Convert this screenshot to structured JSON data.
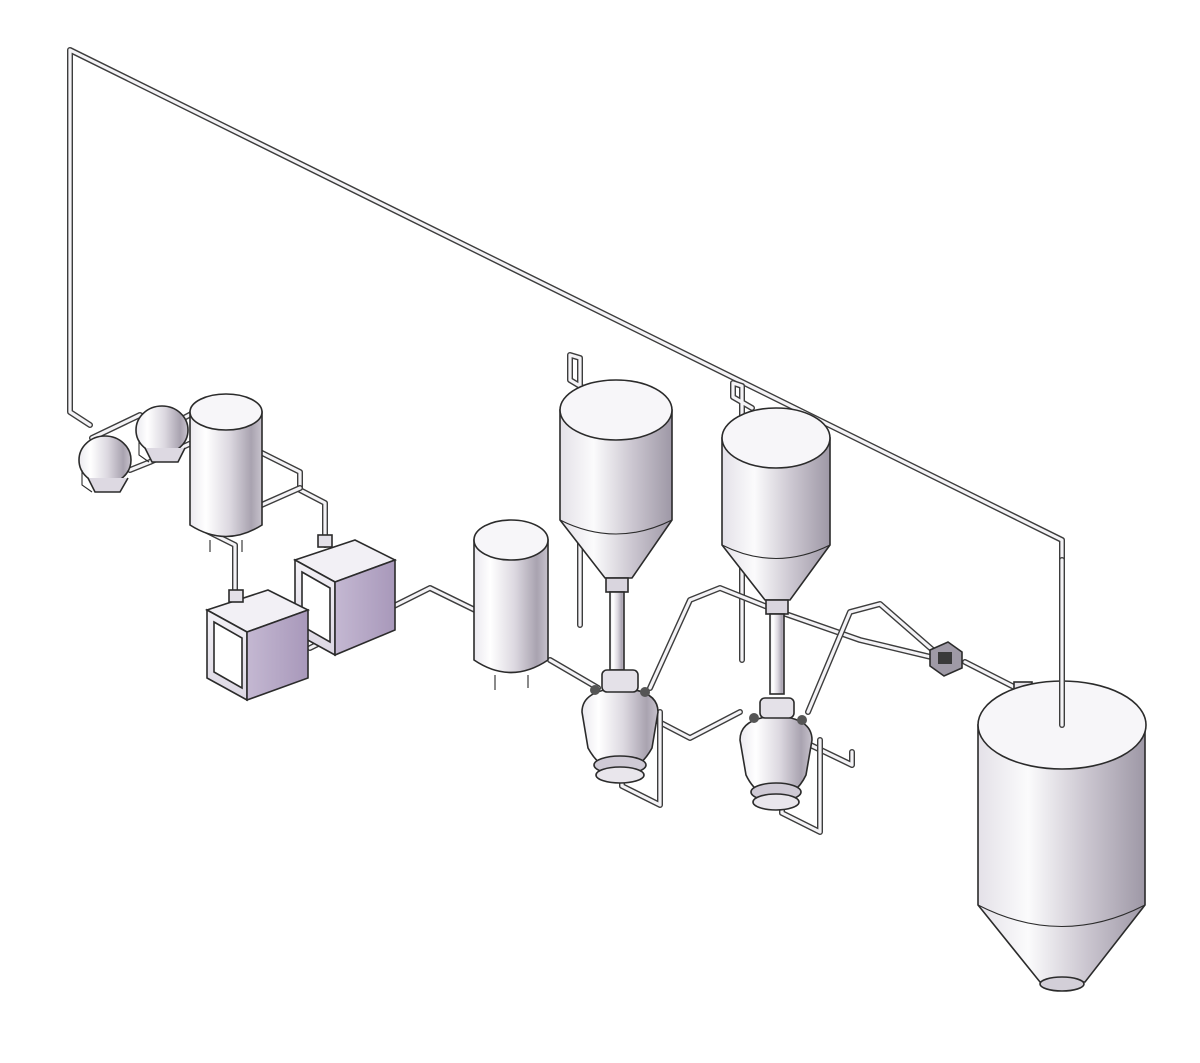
{
  "diagram": {
    "kind": "isometric-process-plant-drawing",
    "labels": [],
    "colors": {
      "background": "#ffffff",
      "line": "#2b2b2b",
      "metal_light": "#f5f4f7",
      "metal_mid": "#c9c5cd",
      "metal_dark": "#9a95a0",
      "panel_face": "#e8e4ee",
      "panel_side": "#b4a8c2"
    },
    "components": [
      {
        "id": "air-compressor-1",
        "icon": "compressor-icon"
      },
      {
        "id": "air-compressor-2",
        "icon": "compressor-icon"
      },
      {
        "id": "air-receiver-tank",
        "icon": "vertical-tank-icon"
      },
      {
        "id": "air-dryer-1",
        "icon": "cabinet-icon"
      },
      {
        "id": "air-dryer-2",
        "icon": "cabinet-icon"
      },
      {
        "id": "buffer-tank",
        "icon": "vertical-tank-icon"
      },
      {
        "id": "feed-silo-1",
        "icon": "hopper-icon"
      },
      {
        "id": "feed-silo-2",
        "icon": "hopper-icon"
      },
      {
        "id": "pressure-vessel-1",
        "icon": "transmitter-vessel-icon"
      },
      {
        "id": "pressure-vessel-2",
        "icon": "transmitter-vessel-icon"
      },
      {
        "id": "diverter-valve",
        "icon": "valve-icon"
      },
      {
        "id": "receiving-silo",
        "icon": "silo-icon"
      }
    ]
  }
}
